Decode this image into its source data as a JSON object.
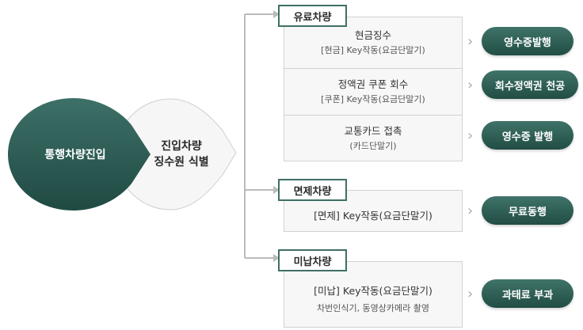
{
  "start_label": "통행차량진입",
  "identify": {
    "line1": "진입차량",
    "line2": "징수원 식별"
  },
  "branches": [
    {
      "header": "유료차량",
      "rows": [
        {
          "main": "현금징수",
          "sub": "[현금] Key작동(요금단말기)",
          "result": "영수증발행"
        },
        {
          "main": "정액권 쿠폰 회수",
          "sub": "[쿠폰] Key작동(요금단말기)",
          "result": "회수정액권 천공"
        },
        {
          "main": "교통카드 접촉",
          "sub": "(카드단말기)",
          "result": "영수증 발행"
        }
      ]
    },
    {
      "header": "면제차량",
      "rows": [
        {
          "main": "[면제]  Key작동(요금단말기)",
          "result": "무료동행"
        }
      ]
    },
    {
      "header": "미납차량",
      "rows": [
        {
          "main": "[미납]  Key작동(요금단말기)",
          "sub": "차번인식기, 동영상카메라 촬영",
          "result": "과태료 부과"
        }
      ]
    }
  ],
  "colors": {
    "dark_green": "#2b5a52",
    "accent_border": "#3e6f66",
    "connector": "#bbbbbb",
    "box_bg": "#f7f7f7"
  },
  "icons": {
    "step": "chevron-right-icon"
  }
}
